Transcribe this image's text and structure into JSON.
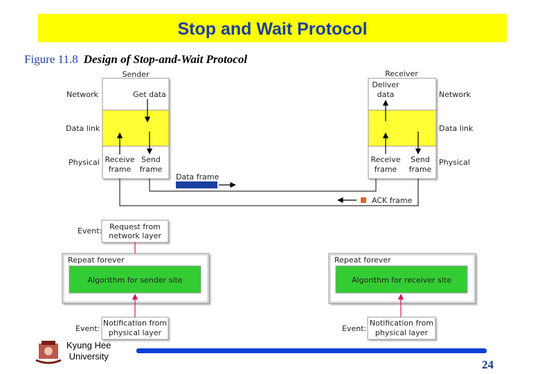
{
  "title": "Stop and Wait Protocol",
  "figure": {
    "label": "Figure 11.8",
    "title": "Design of Stop-and-Wait Protocol"
  },
  "diagram": {
    "sender": "Sender",
    "receiver": "Receiver",
    "layers": {
      "network": "Network",
      "datalink": "Data link",
      "physical": "Physical"
    },
    "sender_labels": {
      "get_data": "Get data",
      "receive": "Receive",
      "receive2": "frame",
      "send": "Send",
      "send2": "frame"
    },
    "receiver_labels": {
      "deliver": "Deliver",
      "deliver2": "data",
      "receive": "Receive",
      "receive2": "frame",
      "send": "Send",
      "send2": "frame"
    },
    "data_frame": "Data frame",
    "ack_frame": "ACK frame",
    "event_label": "Event:",
    "sender_event": {
      "line1": "Request from",
      "line2": "network layer"
    },
    "sender_event2": {
      "line1": "Notification from",
      "line2": "physical layer"
    },
    "receiver_event": {
      "line1": "Notification from",
      "line2": "physical layer"
    },
    "repeat_forever": "Repeat forever",
    "sender_algorithm": "Algorithm for sender site",
    "receiver_algorithm": "Algorithm for receiver site"
  },
  "colors": {
    "title_bg": "#ffff00",
    "title_text": "#1a3fa0",
    "datalink": "#ffff33",
    "algorithm": "#33cc33",
    "event_arrow": "#d4145a",
    "ack_square": "#e8632b",
    "footer_bar": "#0b3fd6"
  },
  "footer": {
    "university_line1": "Kyung Hee",
    "university_line2": "University",
    "page": "24"
  }
}
